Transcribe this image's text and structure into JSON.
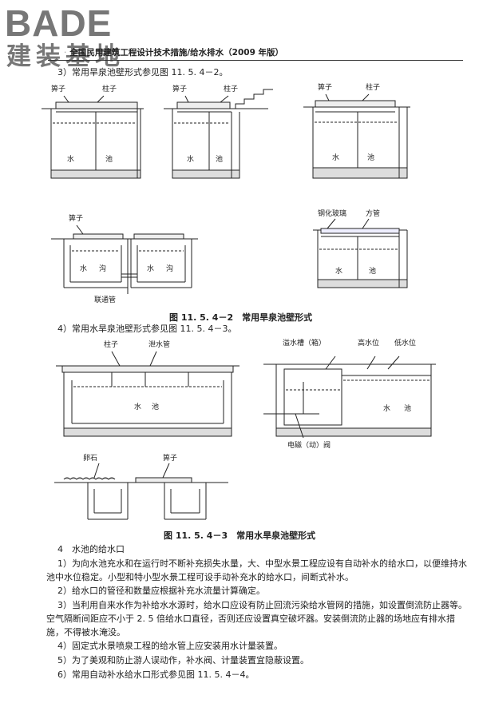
{
  "logo": {
    "brand": "BADE",
    "brand_cn": "建装基地"
  },
  "header": {
    "prefix": "·",
    "title": "全国民用建筑工程设计技术措施/给水排水（2009 年版）"
  },
  "section3": {
    "intro": "3）常用旱泉池壁形式参见图 11. 5. 4－2。"
  },
  "fig2": {
    "labels": {
      "grate": "箅子",
      "column": "柱子",
      "water": "水",
      "pool": "池",
      "ditch_water": "水",
      "ditch": "沟",
      "connector": "联通管",
      "glass": "钢化玻璃",
      "pipe": "方管"
    },
    "caption": "图 11. 5. 4－2　常用旱泉池壁形式"
  },
  "section4": {
    "intro": "4）常用水旱泉池壁形式参见图 11. 5. 4－3。"
  },
  "fig3": {
    "labels": {
      "column": "柱子",
      "drain": "泄水管",
      "overflow": "溢水槽（箱）",
      "high": "高水位",
      "low": "低水位",
      "valve": "电磁（动）阀",
      "pebble": "卵石",
      "grate": "箅子",
      "water": "水",
      "pool": "池"
    },
    "caption": "图 11. 5. 4－3　常用水旱泉池壁形式"
  },
  "body": {
    "heading": "4　水池的给水口",
    "items": [
      {
        "num": "1）",
        "text": "为向水池充水和在运行时不断补充损失水量，大、中型水景工程应设有自动补水的给水口，以便维持水池中水位稳定。小型和特小型水景工程可设手动补充水的给水口，间断式补水。"
      },
      {
        "num": "2）",
        "text": "给水口的管径和数量应根据补充水流量计算确定。"
      },
      {
        "num": "3）",
        "text": "当利用自来水作为补给水水源时，给水口应设有防止回流污染给水管网的措施，如设置倒流防止器等。空气隔断间距应不小于 2. 5 倍给水口直径，否则还应设置真空破坏器。安装倒流防止器的场地应有排水措施，不得被水淹没。"
      },
      {
        "num": "4）",
        "text": "固定式水景喷泉工程的给水管上应安装用水计量装置。"
      },
      {
        "num": "5）",
        "text": "为了美观和防止游人误动作，补水阀、计量装置宜隐蔽设置。"
      },
      {
        "num": "6）",
        "text": "常用自动补水给水口形式参见图 11. 5. 4－4。"
      }
    ]
  }
}
